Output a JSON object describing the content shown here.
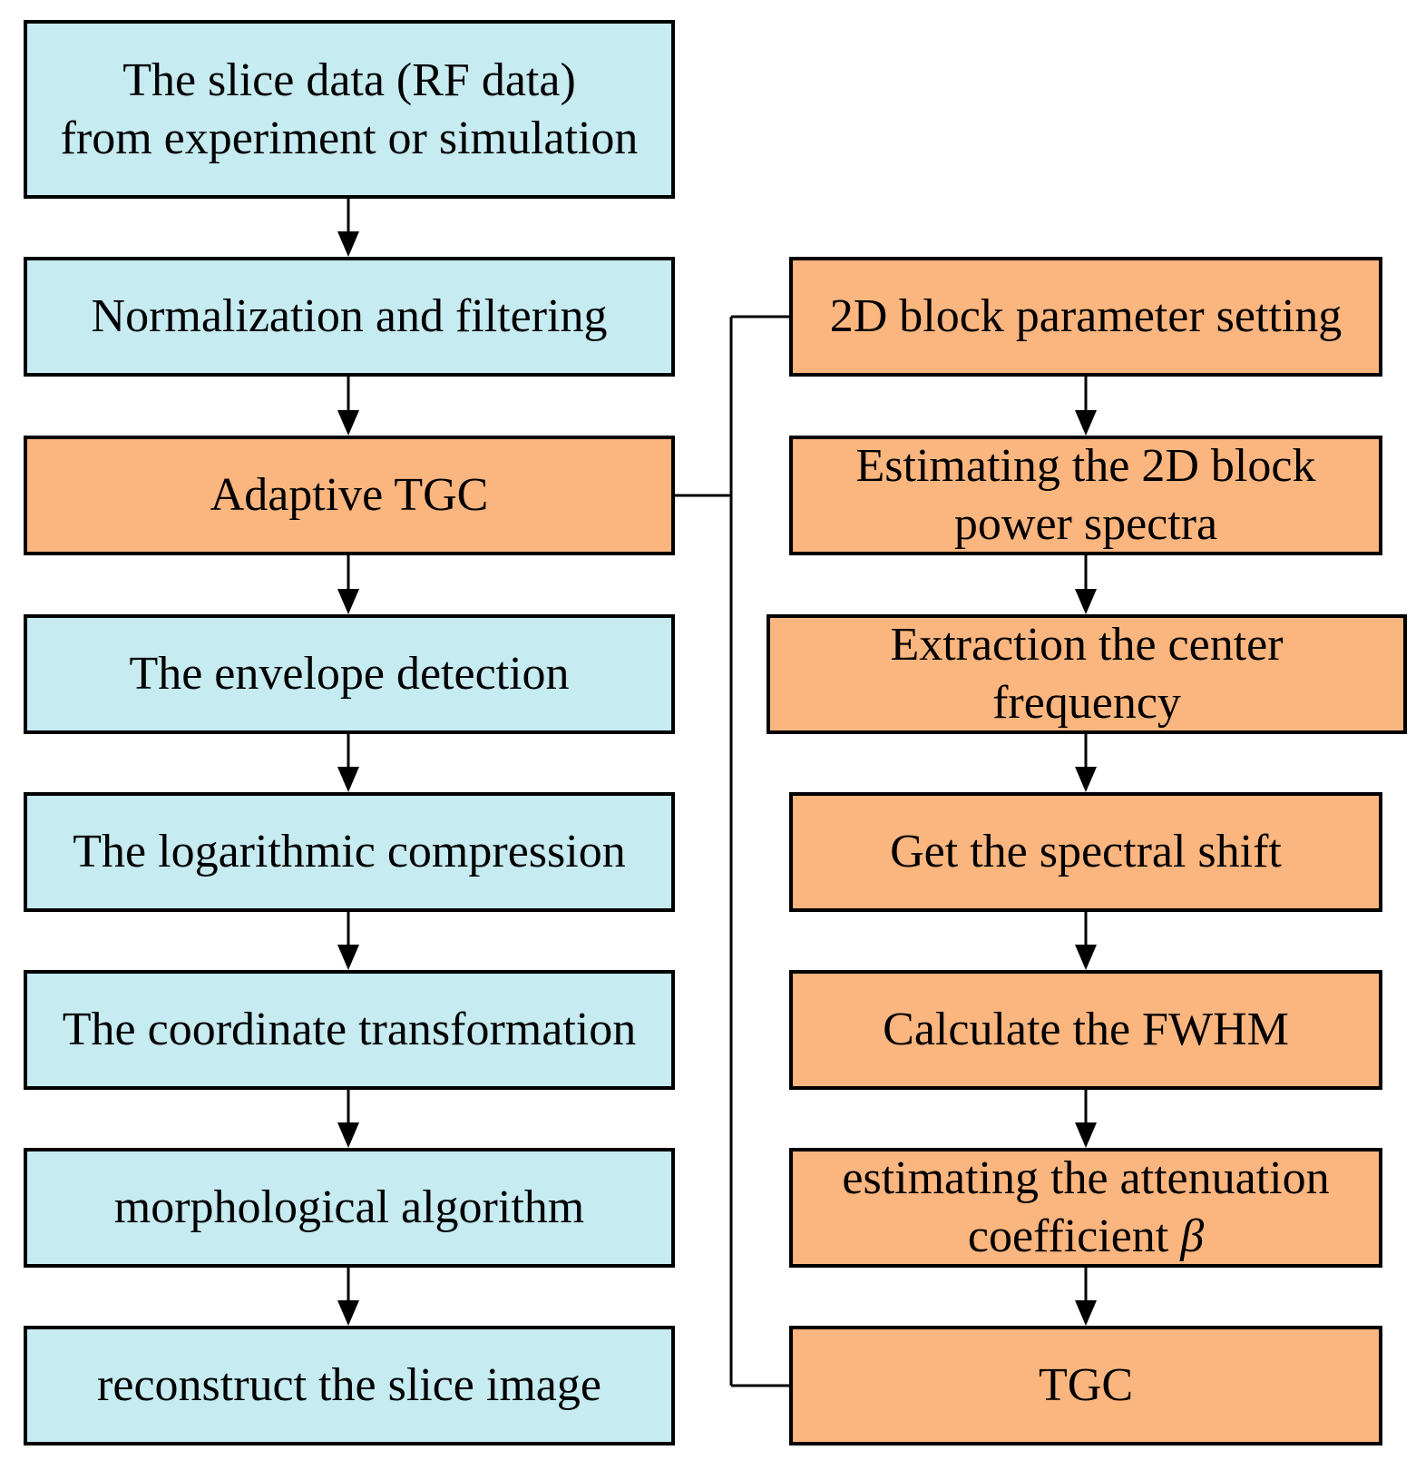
{
  "left_column": {
    "slice_data": {
      "line1": "The slice data (RF data)",
      "line2": "from experiment or simulation"
    },
    "normalization": "Normalization and filtering",
    "adaptive_tgc": "Adaptive TGC",
    "envelope": "The envelope detection",
    "log_compression": "The logarithmic compression",
    "coordinate": "The coordinate transformation",
    "morphological": "morphological algorithm",
    "reconstruct": "reconstruct the slice image"
  },
  "right_column": {
    "block_param": "2D block parameter setting",
    "spectra": {
      "line1": "Estimating the 2D block",
      "line2": "power spectra"
    },
    "center_freq": {
      "line1": "Extraction the center",
      "line2": "frequency"
    },
    "spectral_shift": "Get the spectral shift",
    "fwhm": "Calculate the FWHM",
    "attenuation": {
      "line1": "estimating the attenuation",
      "line2": "coefficient ",
      "symbol": "β"
    },
    "tgc": "TGC"
  },
  "colors": {
    "blue_fill": "#c6ebf1",
    "orange_fill": "#fbb57e",
    "border": "#000000"
  }
}
